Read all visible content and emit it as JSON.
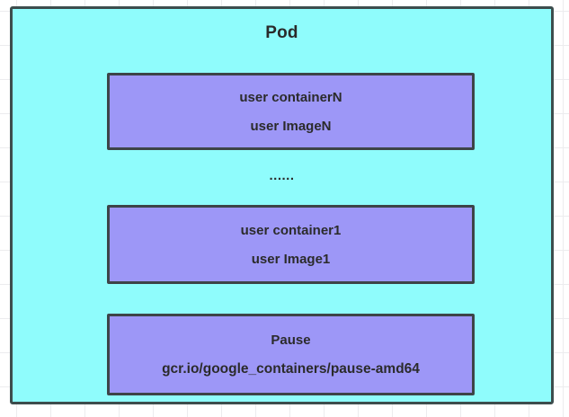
{
  "diagram": {
    "pod": {
      "title": "Pod",
      "fill_color": "#8ffcfc",
      "border_color": "#3d4d4d"
    },
    "container_fill_color": "#9d97f7",
    "container_border_color": "#3d4448",
    "text_color": "#2b2b2b",
    "containers": [
      {
        "name": "user containerN",
        "image": "user ImageN"
      },
      {
        "name": "user container1",
        "image": "user Image1"
      },
      {
        "name": "Pause",
        "image": "gcr.io/google_containers/pause-amd64"
      }
    ],
    "ellipsis": "......"
  }
}
